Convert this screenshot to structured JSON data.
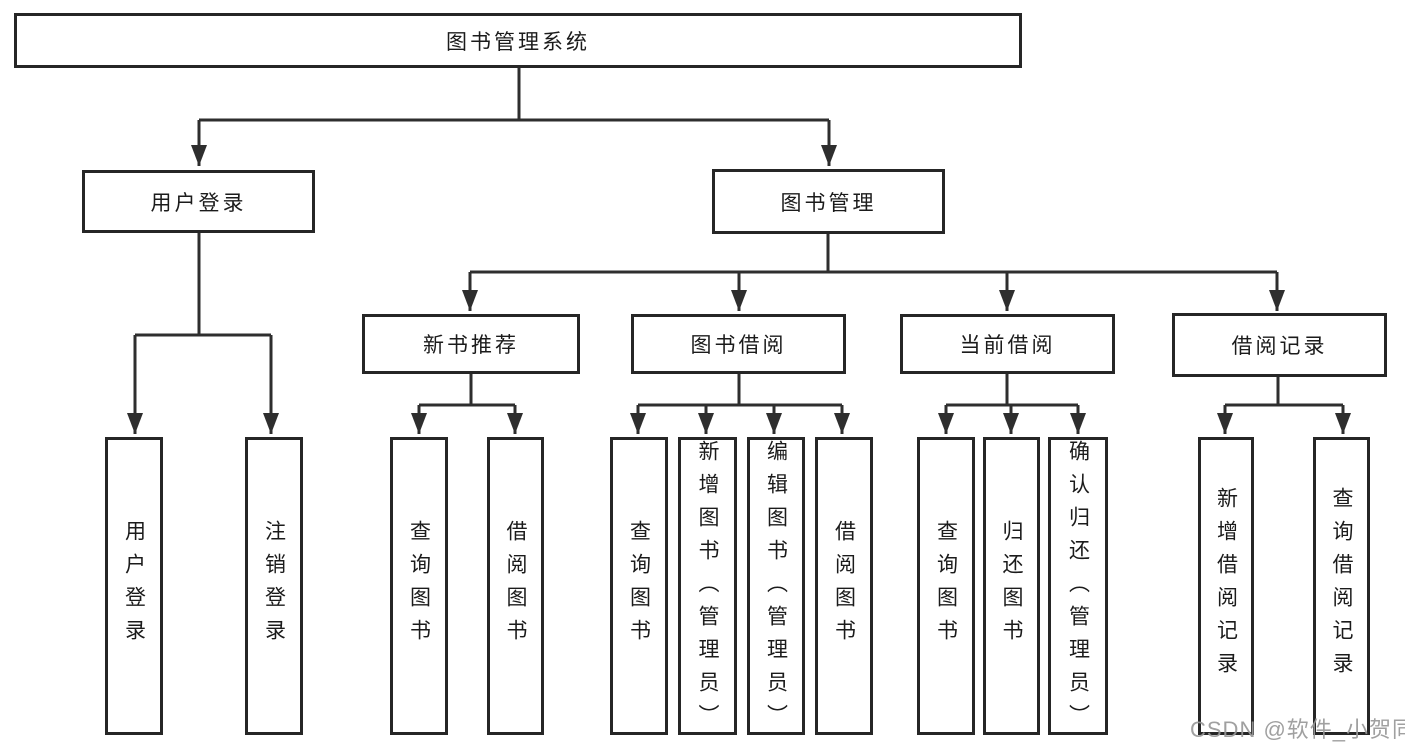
{
  "tree": {
    "root": {
      "label": "图书管理系统"
    },
    "branches": [
      {
        "label": "用户登录",
        "children": [
          {
            "label": "用户登录"
          },
          {
            "label": "注销登录"
          }
        ]
      },
      {
        "label": "图书管理",
        "children": [
          {
            "label": "新书推荐",
            "children": [
              {
                "label": "查询图书"
              },
              {
                "label": "借阅图书"
              }
            ]
          },
          {
            "label": "图书借阅",
            "children": [
              {
                "label": "查询图书"
              },
              {
                "label": "新增图书（管理员）"
              },
              {
                "label": "编辑图书（管理员）"
              },
              {
                "label": "借阅图书"
              }
            ]
          },
          {
            "label": "当前借阅",
            "children": [
              {
                "label": "查询图书"
              },
              {
                "label": "归还图书"
              },
              {
                "label": "确认归还（管理员）"
              }
            ]
          },
          {
            "label": "借阅记录",
            "children": [
              {
                "label": "新增借阅记录"
              },
              {
                "label": "查询借阅记录"
              }
            ]
          }
        ]
      }
    ]
  },
  "watermark": {
    "text": "CSDN @软件_小贺同学"
  },
  "colors": {
    "line": "#2e2e2e",
    "box_border": "#262626",
    "text": "#1b1b1b",
    "watermark": "#989898",
    "background": "#ffffff"
  }
}
